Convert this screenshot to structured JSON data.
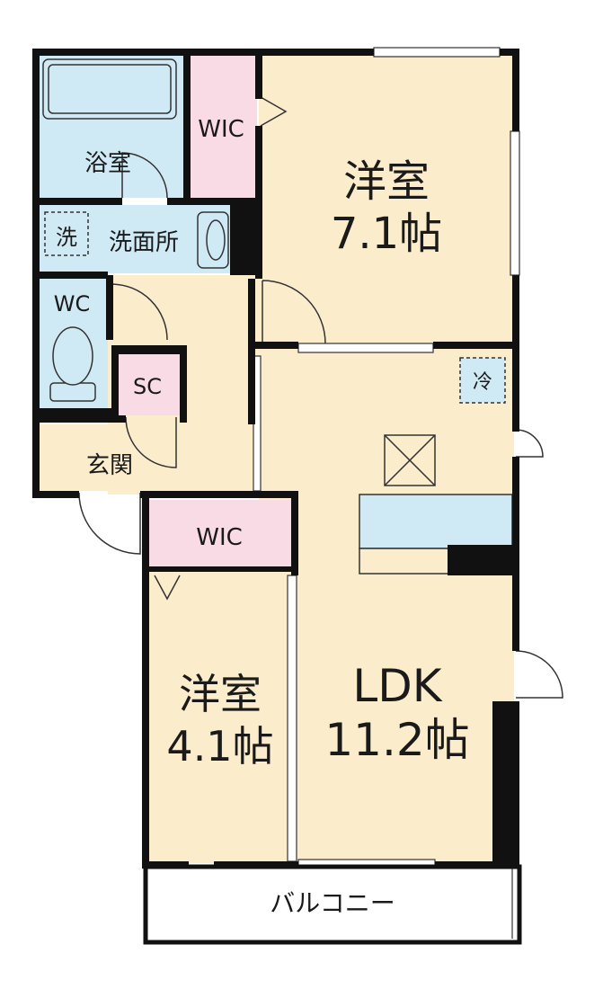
{
  "colors": {
    "wall": "#111111",
    "room_floor": "#fbeccc",
    "wet_area": "#cfe9f5",
    "closet": "#f9dbe6",
    "line": "#333333",
    "outside": "#ffffff"
  },
  "rooms": {
    "bath": {
      "label": "浴室"
    },
    "washroom": {
      "label": "洗面所"
    },
    "washer": {
      "label": "洗"
    },
    "toilet": {
      "label": "WC"
    },
    "wic_north": {
      "label": "WIC"
    },
    "western_north": {
      "name": "洋室",
      "size": "7.1帖"
    },
    "fridge": {
      "label": "冷"
    },
    "shoe_closet": {
      "label": "SC"
    },
    "entrance": {
      "label": "玄関"
    },
    "wic_south": {
      "label": "WIC"
    },
    "western_south": {
      "name": "洋室",
      "size": "4.1帖"
    },
    "ldk": {
      "name": "LDK",
      "size": "11.2帖"
    },
    "balcony": {
      "label": "バルコニー"
    }
  }
}
